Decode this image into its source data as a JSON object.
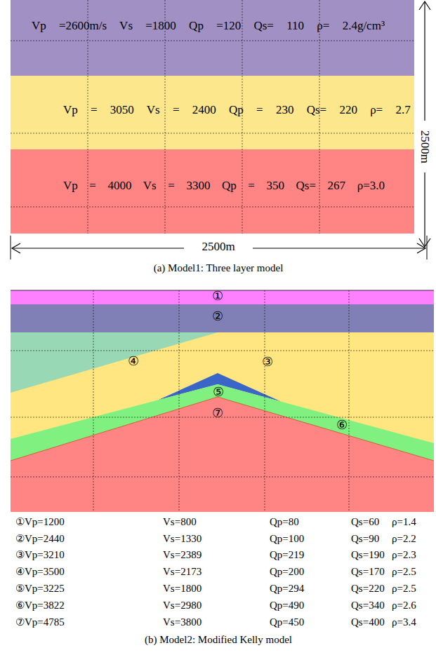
{
  "diagram": {
    "nodes": [
      {
        "text": [
          "Vp =2600m/s Vs =1800 Qp =120 Qs= 110 ρ= 2.4g/cm³"
        ]
      },
      {
        "text": [
          "Vp = 3050 Vs = 2400 Qp = 230 Qs= 220 ρ= 2.7"
        ]
      },
      {
        "text": [
          "Vp = 4000 Vs = 3300 Qp = 350 Qs= 267 ρ=3.0"
        ]
      },
      {
        "text": [
          "①"
        ]
      },
      {
        "text": [
          "②"
        ]
      },
      {
        "text": [
          "③"
        ]
      },
      {
        "text": [
          "④"
        ]
      },
      {
        "text": [
          "⑤"
        ]
      },
      {
        "text": [
          "⑥"
        ]
      },
      {
        "text": [
          "⑦"
        ]
      }
    ],
    "labels": [
      "2500m",
      "2500m",
      "(a) Model1: Three layer model",
      "①Vp=1200",
      "Vs=800",
      "Qp=80",
      "Qs=60",
      "ρ=1.4",
      "②Vp=2440",
      "Vs=1330",
      "Qp=100",
      "Qs=90",
      "ρ=2.2",
      "③Vp=3210",
      "Vs=2389",
      "Qp=219",
      "Qs=190",
      "ρ=2.3",
      "④Vp=3500",
      "Vs=2173",
      "Qp=200",
      "Qs=170",
      "ρ=2.5",
      "⑤Vp=3225",
      "Vs=1800",
      "Qp=294",
      "Qs=220",
      "ρ=2.5",
      "⑥Vp=3822",
      "Vs=2980",
      "Qp=490",
      "Qs=340",
      "ρ=2.6",
      "⑦Vp=4785",
      "Vs=3800",
      "Qp=450",
      "Qs=400",
      "ρ=3.4",
      "(b) Model2: Modified Kelly model"
    ]
  }
}
